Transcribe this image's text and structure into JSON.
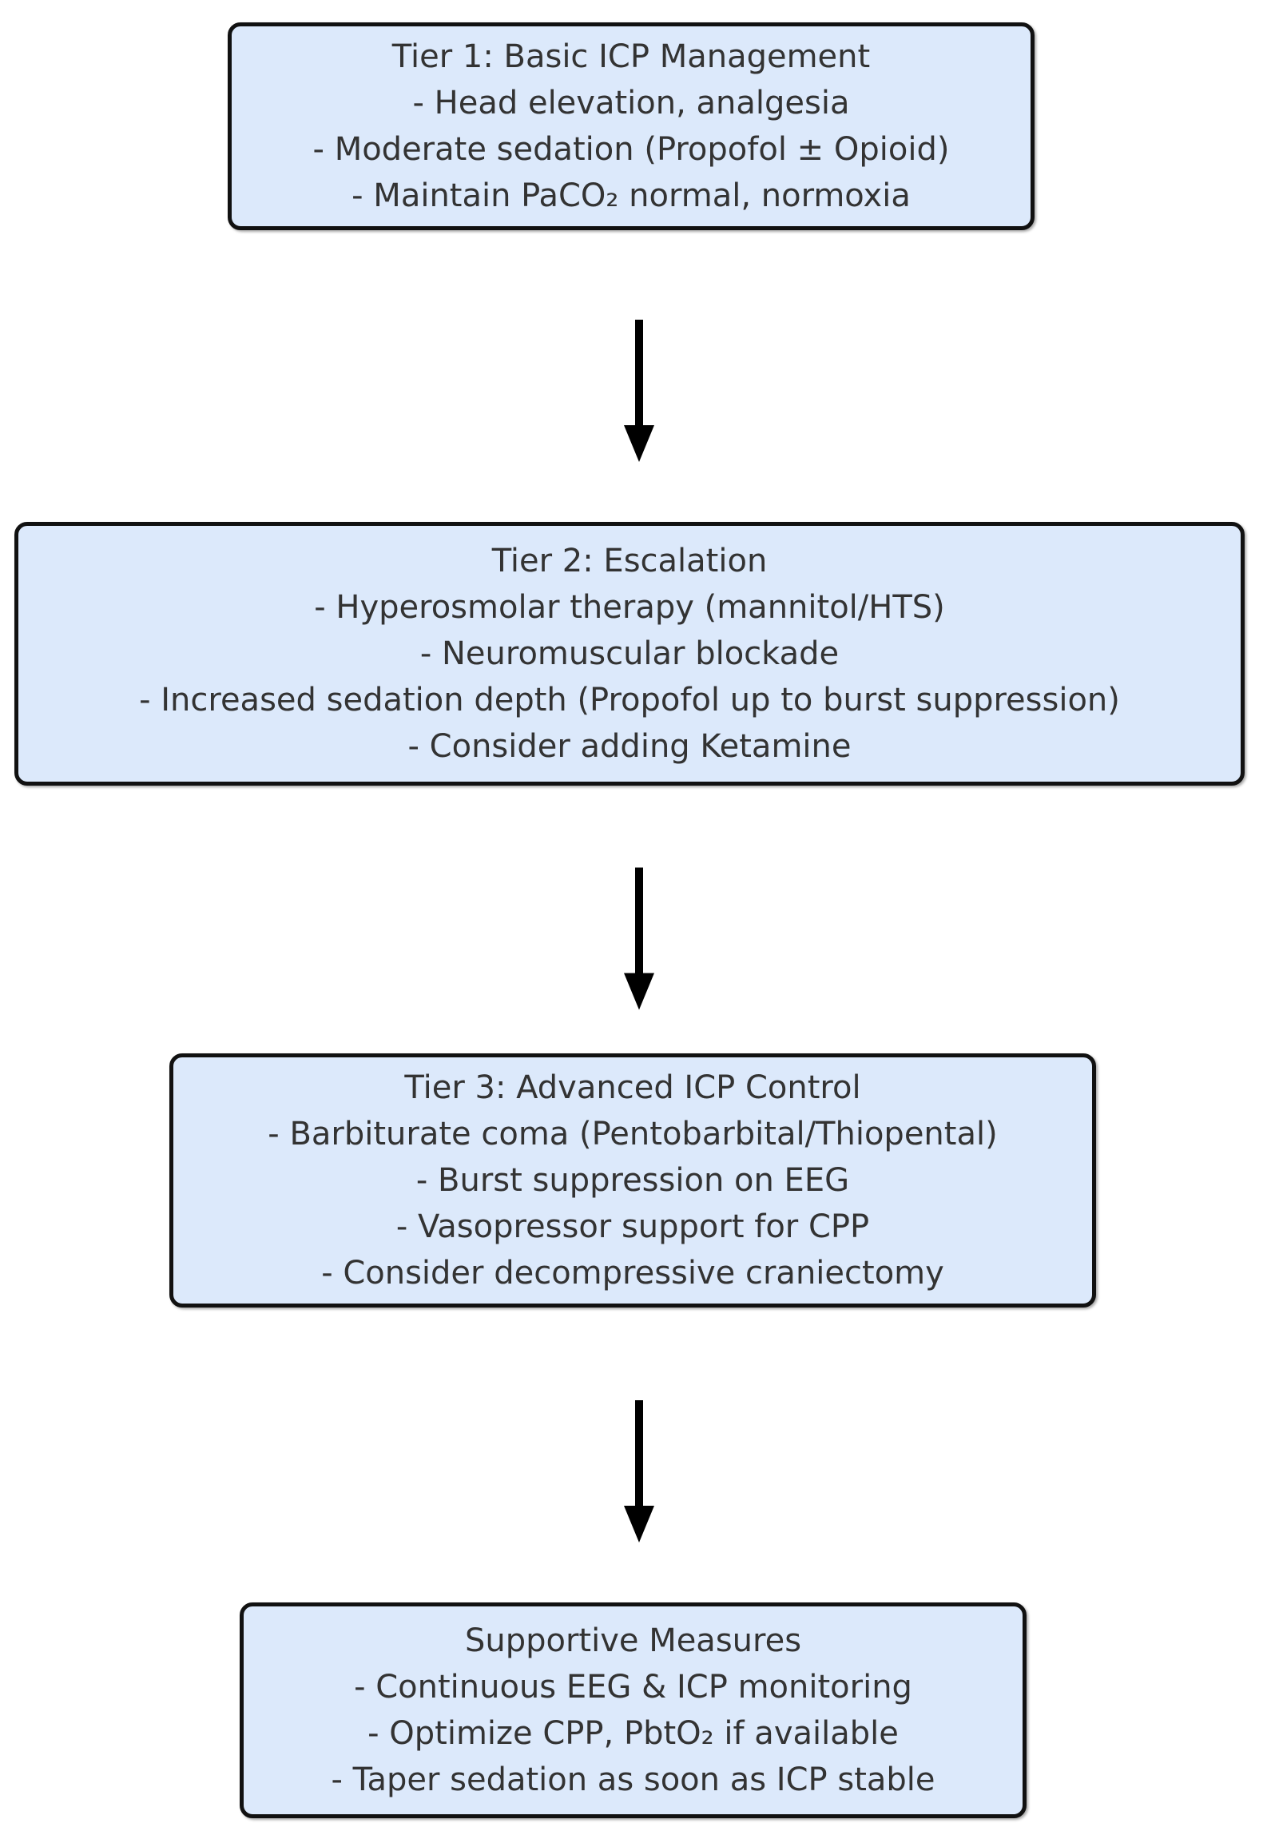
{
  "page": {
    "background_color": "#ffffff",
    "box_fill_color": "#dce9fb",
    "box_border_color": "#111111",
    "text_color": "#333333",
    "arrow_color": "#000000"
  },
  "flowchart": {
    "nodes": [
      {
        "title": "Tier 1: Basic ICP Management",
        "items": [
          "- Head elevation, analgesia",
          "- Moderate sedation (Propofol ± Opioid)",
          "- Maintain PaCO₂ normal, normoxia"
        ]
      },
      {
        "title": "Tier 2: Escalation",
        "items": [
          "- Hyperosmolar therapy (mannitol/HTS)",
          "- Neuromuscular blockade",
          "- Increased sedation depth (Propofol up to burst suppression)",
          "- Consider adding Ketamine"
        ]
      },
      {
        "title": "Tier 3: Advanced ICP Control",
        "items": [
          "- Barbiturate coma (Pentobarbital/Thiopental)",
          "- Burst suppression on EEG",
          "- Vasopressor support for CPP",
          "- Consider decompressive craniectomy"
        ]
      },
      {
        "title": "Supportive Measures",
        "items": [
          "- Continuous EEG & ICP monitoring",
          "- Optimize CPP, PbtO₂ if available",
          "- Taper sedation as soon as ICP stable"
        ]
      }
    ]
  }
}
